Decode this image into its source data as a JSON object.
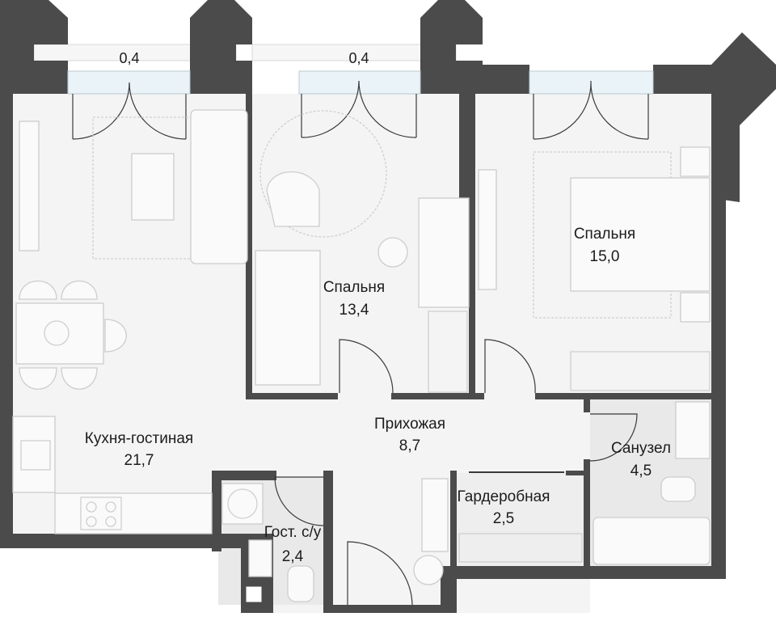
{
  "colors": {
    "wall": "#4b4b4b",
    "floor": "#f4f4f4",
    "wet_floor": "#e9e9e9",
    "balcony": "#f6f6f6",
    "furniture": "#cfcfcf"
  },
  "balconies": [
    {
      "area": "0,4"
    },
    {
      "area": "0,4"
    }
  ],
  "rooms": {
    "kitchen": {
      "name": "Кухня-гостиная",
      "area": "21,7"
    },
    "bedroom1": {
      "name": "Спальня",
      "area": "13,4"
    },
    "bedroom2": {
      "name": "Спальня",
      "area": "15,0"
    },
    "hall": {
      "name": "Прихожая",
      "area": "8,7"
    },
    "bathroom": {
      "name": "Санузел",
      "area": "4,5"
    },
    "wardrobe": {
      "name": "Гардеробная",
      "area": "2,5"
    },
    "guest_wc": {
      "name": "Гост. с/у",
      "area": "2,4"
    }
  }
}
